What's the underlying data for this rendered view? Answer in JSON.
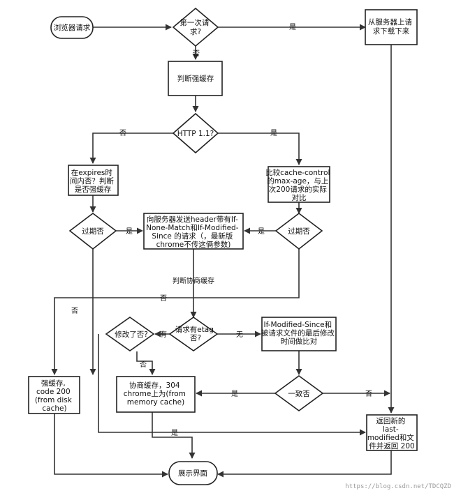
{
  "nodes": {
    "start": "浏览器请求",
    "first_request": [
      "第一次请",
      "求?"
    ],
    "fetch_server": [
      "从服务器上请",
      "求下载下来"
    ],
    "judge_strong": "判断强缓存",
    "http11": "HTTP 1.1?",
    "expires_check": [
      "在expires时",
      "间内否？判断",
      "是否强缓存"
    ],
    "compare_cc": [
      "比较cache-control",
      "的max-age，与上",
      "次200请求的实际",
      "对比"
    ],
    "expired_left": "过期否",
    "expired_right": "过期否",
    "send_header": [
      "向服务器发送header带有If-",
      "None-Match和If-Modified-",
      "Since 的请求（，最新版",
      "chrome不传这俩参数)"
    ],
    "judge_negotiate": "判断协商缓存",
    "has_etag": [
      "请求有etag",
      "否?"
    ],
    "modified": "修改了否?",
    "ims_compare": [
      "If-Modified-Since和",
      "被请求文件的最后修改",
      "时间做比对"
    ],
    "strong_cache": [
      "强缓存,",
      "code 200",
      "(from disk",
      "cache)"
    ],
    "negotiate_cache": [
      "协商缓存，304",
      "chrome上为(from",
      "memory cache)"
    ],
    "consistent": "一致否",
    "return_new": [
      "返回新的",
      "last-",
      "modified和文",
      "件并返回 200"
    ],
    "show": "展示界面"
  },
  "edge_labels": {
    "first_yes": "是",
    "first_no": "否",
    "http_no": "否",
    "http_yes": "是",
    "expired_left_yes": "是",
    "expired_right_yes": "是",
    "expired_right_no": "否",
    "expired_left_no": "否",
    "etag_yes": "有",
    "etag_no": "无",
    "modified_no": "否",
    "consistent_yes": "是",
    "consistent_no": "否",
    "modified_yes": "是"
  },
  "watermark": "https://blog.csdn.net/TDCQZD"
}
